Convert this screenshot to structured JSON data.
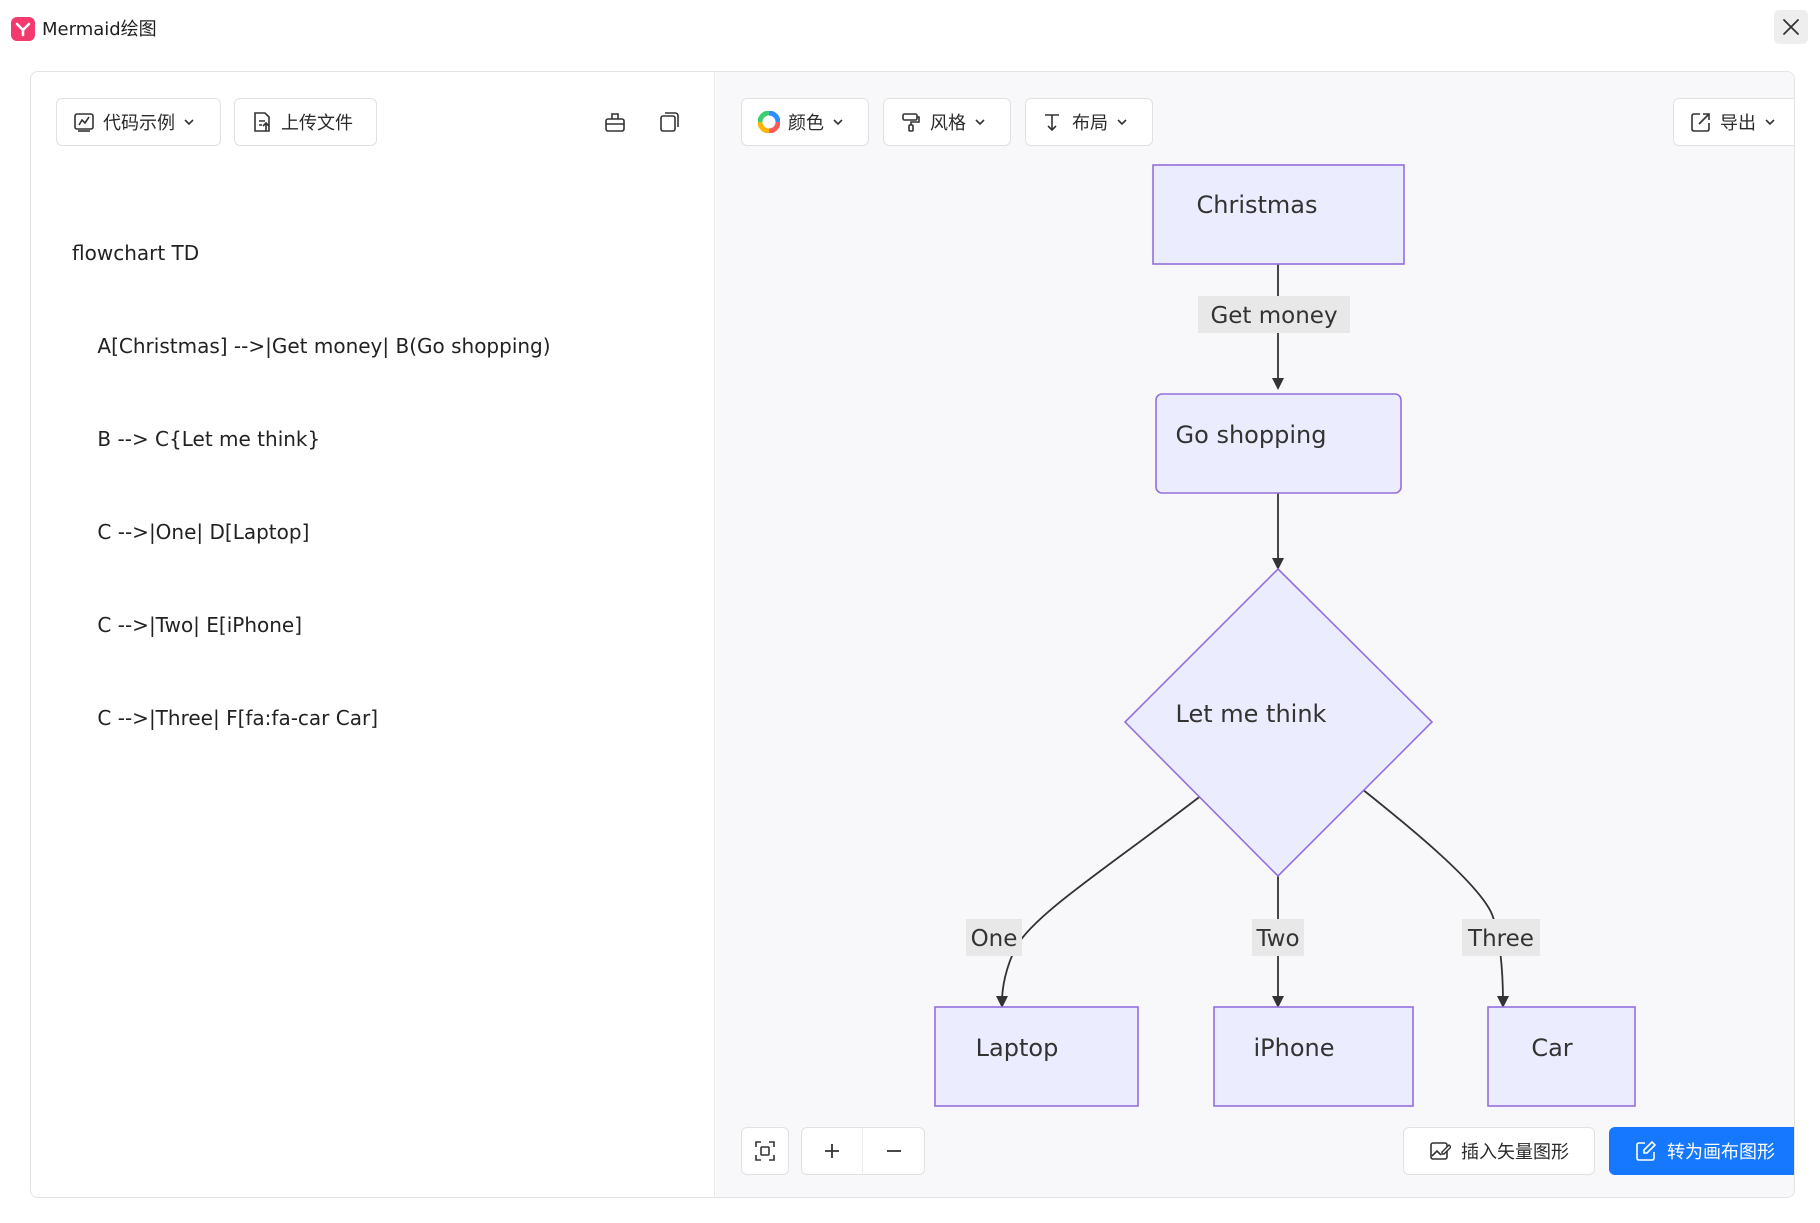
{
  "window": {
    "title": "Mermaid绘图",
    "logo_glyph": "Y"
  },
  "left_toolbar": {
    "code_example_label": "代码示例",
    "upload_file_label": "上传文件"
  },
  "code_lines": [
    "flowchart TD",
    "    A[Christmas] -->|Get money| B(Go shopping)",
    "    B --> C{Let me think}",
    "    C -->|One| D[Laptop]",
    "    C -->|Two| E[iPhone]",
    "    C -->|Three| F[fa:fa-car Car]"
  ],
  "right_toolbar": {
    "color_label": "颜色",
    "style_label": "风格",
    "layout_label": "布局",
    "export_label": "导出"
  },
  "diagram": {
    "nodes": {
      "christmas": "Christmas",
      "go_shopping": "Go shopping",
      "let_me_think": "Let me think",
      "laptop": "Laptop",
      "iphone": "iPhone",
      "car": "Car"
    },
    "edge_labels": {
      "get_money": "Get money",
      "one": "One",
      "two": "Two",
      "three": "Three"
    },
    "colors": {
      "node_fill": "#ececff",
      "node_stroke": "#9370db",
      "edge": "#333333",
      "label_bg": "#e8e8e8"
    }
  },
  "bottom_bar": {
    "insert_vector_label": "插入矢量图形",
    "convert_canvas_label": "转为画布图形",
    "primary_color": "#1677ff"
  }
}
